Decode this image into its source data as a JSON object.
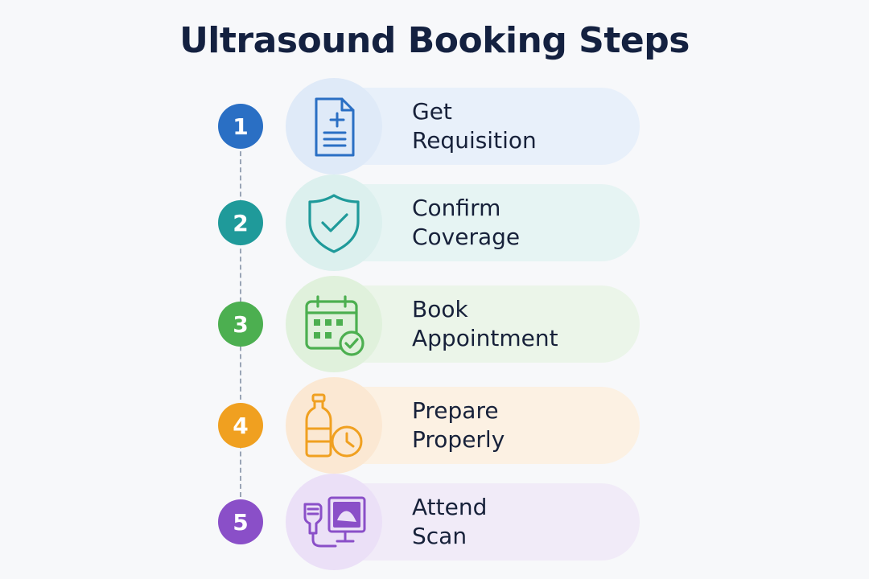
{
  "title": "Ultrasound Booking Steps",
  "steps": [
    {
      "number": "1",
      "line1": "Get",
      "line2": "Requisition",
      "icon": "requisition-document-icon",
      "color": "#2a6fc4",
      "tint": "#e8f0fa",
      "circle": "#dfeaf8"
    },
    {
      "number": "2",
      "line1": "Confirm",
      "line2": "Coverage",
      "icon": "shield-check-icon",
      "color": "#1f9a9a",
      "tint": "#e6f4f3",
      "circle": "#dcf0ee"
    },
    {
      "number": "3",
      "line1": "Book",
      "line2": "Appointment",
      "icon": "calendar-check-icon",
      "color": "#4caf50",
      "tint": "#ebf5e9",
      "circle": "#e0f1dc"
    },
    {
      "number": "4",
      "line1": "Prepare",
      "line2": "Properly",
      "icon": "water-bottle-clock-icon",
      "color": "#f0a020",
      "tint": "#fcf1e3",
      "circle": "#fbe8d3"
    },
    {
      "number": "5",
      "line1": "Attend",
      "line2": "Scan",
      "icon": "ultrasound-machine-icon",
      "color": "#8a4fc8",
      "tint": "#f1ebf8",
      "circle": "#ebe0f7"
    }
  ]
}
